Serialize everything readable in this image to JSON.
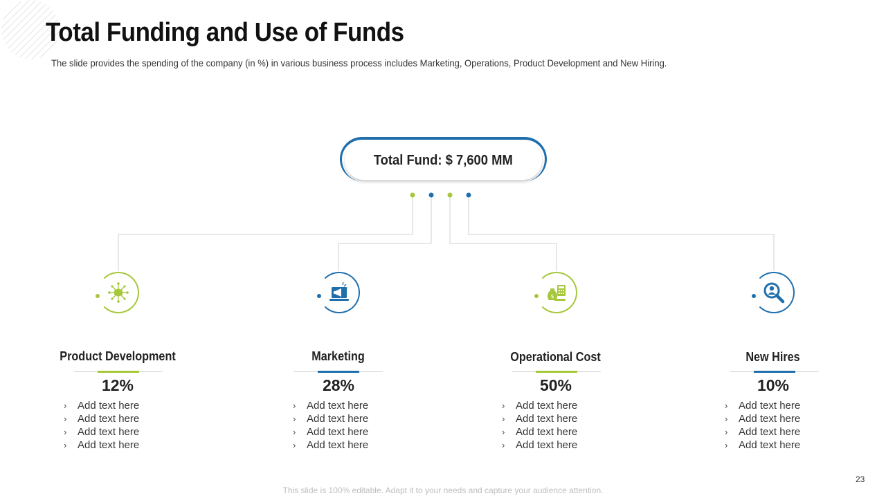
{
  "slide": {
    "title": "Total Funding and Use of Funds",
    "subtitle": "The slide provides the spending of the company (in %) in various business process includes Marketing, Operations, Product Development and New Hiring.",
    "total_fund": "Total Fund: $ 7,600 MM",
    "footer": "This slide is 100% editable. Adapt it to your needs and capture your audience attention.",
    "page_number": "23"
  },
  "colors": {
    "green": "#a6c73a",
    "blue": "#1f6fad"
  },
  "categories": [
    {
      "name": "Product Development",
      "percent": "12%",
      "icon": "network-cube-icon",
      "accent": "green",
      "bullets": [
        "Add text here",
        "Add text here",
        "Add text here",
        "Add text here"
      ]
    },
    {
      "name": "Marketing",
      "percent": "28%",
      "icon": "megaphone-laptop-icon",
      "accent": "blue",
      "bullets": [
        "Add text here",
        "Add text here",
        "Add text here",
        "Add text here"
      ]
    },
    {
      "name": "Operational Cost",
      "percent": "50%",
      "icon": "money-bag-calculator-icon",
      "accent": "green",
      "bullets": [
        "Add text here",
        "Add text here",
        "Add text here",
        "Add text here"
      ]
    },
    {
      "name": "New Hires",
      "percent": "10%",
      "icon": "person-search-icon",
      "accent": "blue",
      "bullets": [
        "Add text here",
        "Add text here",
        "Add text here",
        "Add text here"
      ]
    }
  ]
}
